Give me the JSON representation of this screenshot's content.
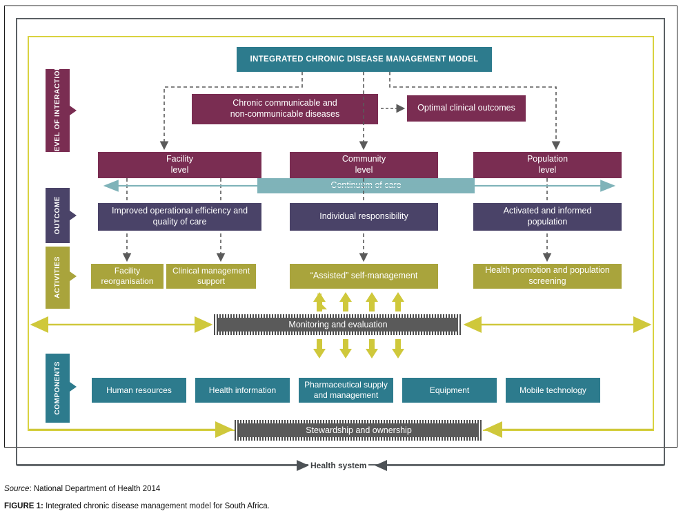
{
  "figure": {
    "title": "INTEGRATED CHRONIC DISEASE MANAGEMENT MODEL",
    "source_label": "Source",
    "source_text": "National Department of Health 2014",
    "caption_label": "FIGURE 1:",
    "caption_text": "Integrated chronic disease management model for South Africa.",
    "health_system_label": "Health system"
  },
  "side_labels": [
    {
      "id": "level-of-interaction",
      "text": "LEVEL OF INTERACTION",
      "color": "#7a2d52"
    },
    {
      "id": "outcome",
      "text": "OUTCOME",
      "color": "#4a4368"
    },
    {
      "id": "activities",
      "text": "ACTIVITIES",
      "color": "#a9a43c"
    },
    {
      "id": "components",
      "text": "COMPONENTS",
      "color": "#2d7b8d"
    }
  ],
  "nodes": {
    "disease": "Chronic communicable and non-communicable diseases",
    "disease_line1": "Chronic communicable and",
    "disease_line2": "non-communicable diseases",
    "optimal_outcomes": "Optimal clinical outcomes",
    "continuum": "Continuum of care",
    "monitoring": "Monitoring and evaluation",
    "stewardship": "Stewardship and ownership"
  },
  "levels": [
    {
      "line1": "Facility",
      "line2": "level"
    },
    {
      "line1": "Community",
      "line2": "level"
    },
    {
      "line1": "Population",
      "line2": "level"
    }
  ],
  "outcomes": [
    {
      "line1": "Improved operational efficiency and",
      "line2": "quality of care"
    },
    {
      "line1": "Individual responsibility",
      "line2": ""
    },
    {
      "line1": "Activated and informed",
      "line2": "population"
    }
  ],
  "activities": [
    {
      "line1": "Facility",
      "line2": "reorganisation"
    },
    {
      "line1": "Clinical management",
      "line2": "support"
    },
    {
      "line1": "“Assisted” self-management",
      "line2": ""
    },
    {
      "line1": "Health promotion and population",
      "line2": "screening"
    }
  ],
  "components": [
    {
      "line1": "Human resources",
      "line2": ""
    },
    {
      "line1": "Health information",
      "line2": ""
    },
    {
      "line1": "Pharmaceutical supply",
      "line2": "and management"
    },
    {
      "line1": "Equipment",
      "line2": ""
    },
    {
      "line1": "Mobile technology",
      "line2": ""
    }
  ],
  "colors": {
    "teal": "#2d7b8d",
    "light_teal": "#7fb3b9",
    "maroon": "#7a2d52",
    "purple": "#4a4368",
    "olive": "#a9a43c",
    "yellow_frame": "#d9d23f",
    "grey_bar": "#5a5a5a",
    "grey_frame": "#5b6064",
    "dashed_arrow": "#5a5a5a"
  }
}
